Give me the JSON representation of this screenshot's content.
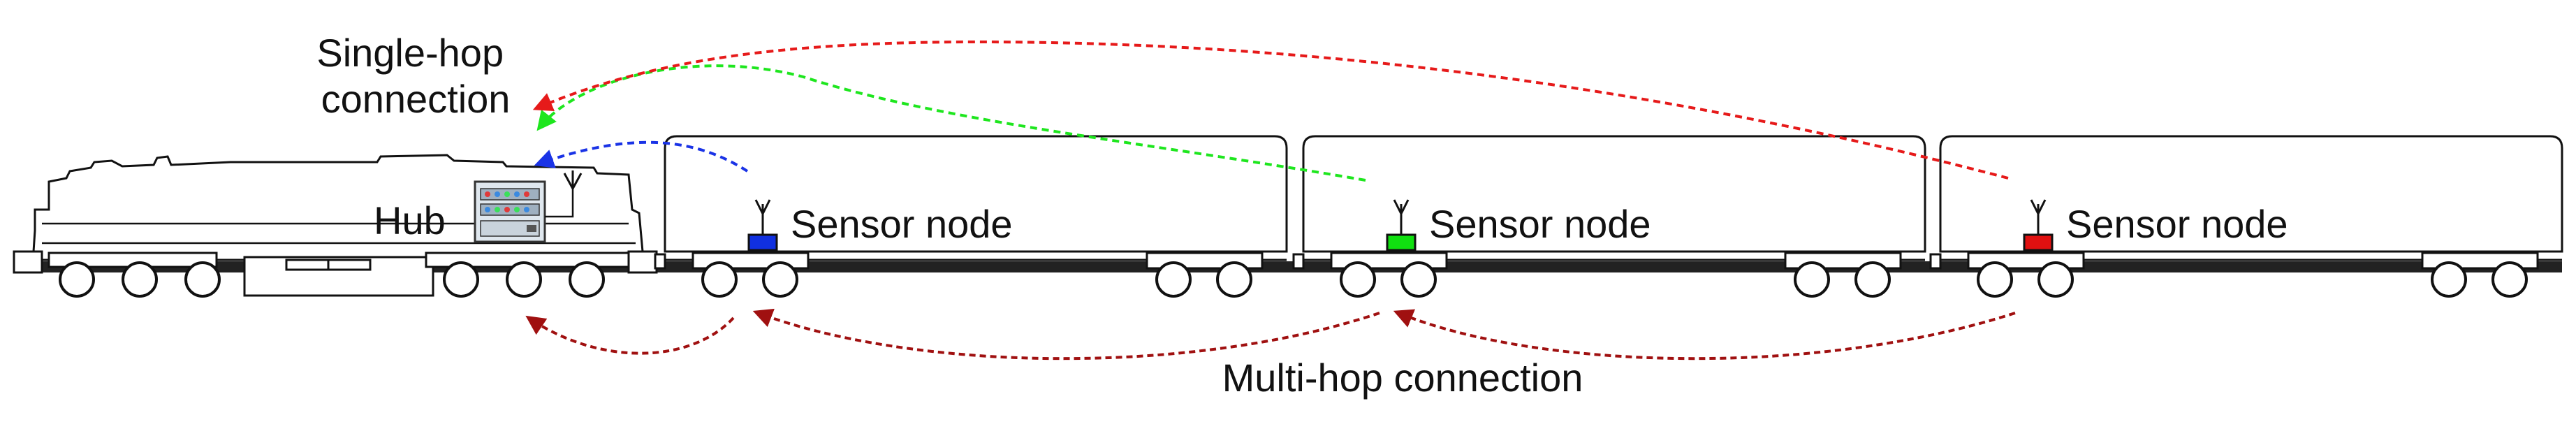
{
  "labels": {
    "single_hop": [
      "Single-hop",
      "connection"
    ],
    "multi_hop": "Multi-hop connection",
    "hub": "Hub",
    "sensor_node": "Sensor node"
  },
  "nodes": [
    {
      "name": "blue",
      "color": "#1030e0"
    },
    {
      "name": "green",
      "color": "#10e010"
    },
    {
      "name": "red",
      "color": "#e01010"
    }
  ],
  "colors": {
    "single_hop_blue": "#1a33e6",
    "single_hop_green": "#1ee61e",
    "single_hop_red": "#e61a1a",
    "multi_hop": "#a01010",
    "outline": "#111111"
  }
}
